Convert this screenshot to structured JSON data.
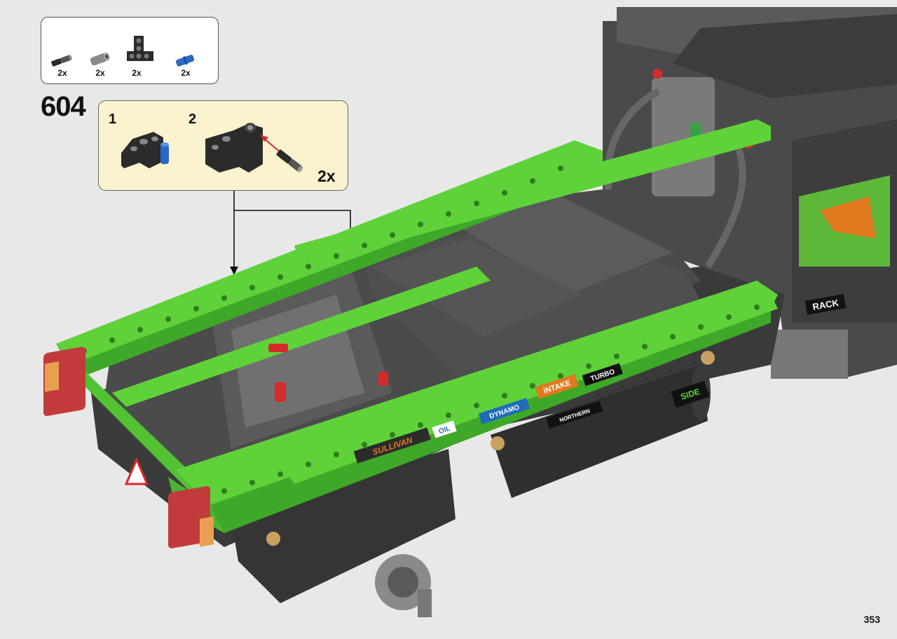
{
  "step": {
    "number": "604"
  },
  "parts_list": {
    "items": [
      {
        "icon": "friction-axle-pin-icon",
        "qty": "2x"
      },
      {
        "icon": "pin-connector-icon",
        "qty": "2x"
      },
      {
        "icon": "beam-frame-icon",
        "qty": "2x"
      },
      {
        "icon": "blue-axle-pin-icon",
        "qty": "2x"
      }
    ]
  },
  "callout": {
    "substeps": [
      {
        "number": "1"
      },
      {
        "number": "2"
      }
    ],
    "quantity": "2x"
  },
  "model_decals": {
    "dynamo": "DYNAMO",
    "intake": "iNTAKE",
    "turbo": "TURBO",
    "sullivan": "SULLIVAN",
    "oil": "OIL",
    "rack": "RACK",
    "northern": "NORTHERN",
    "side": "SIDE"
  },
  "page": {
    "number": "353"
  },
  "colors": {
    "background": "#e8e8e8",
    "callout_bg": "#fbf3cf",
    "lime_green": "#5fd23a",
    "dark_gray": "#3a3a3a",
    "red": "#d62a2a",
    "blue": "#2a68c8"
  }
}
